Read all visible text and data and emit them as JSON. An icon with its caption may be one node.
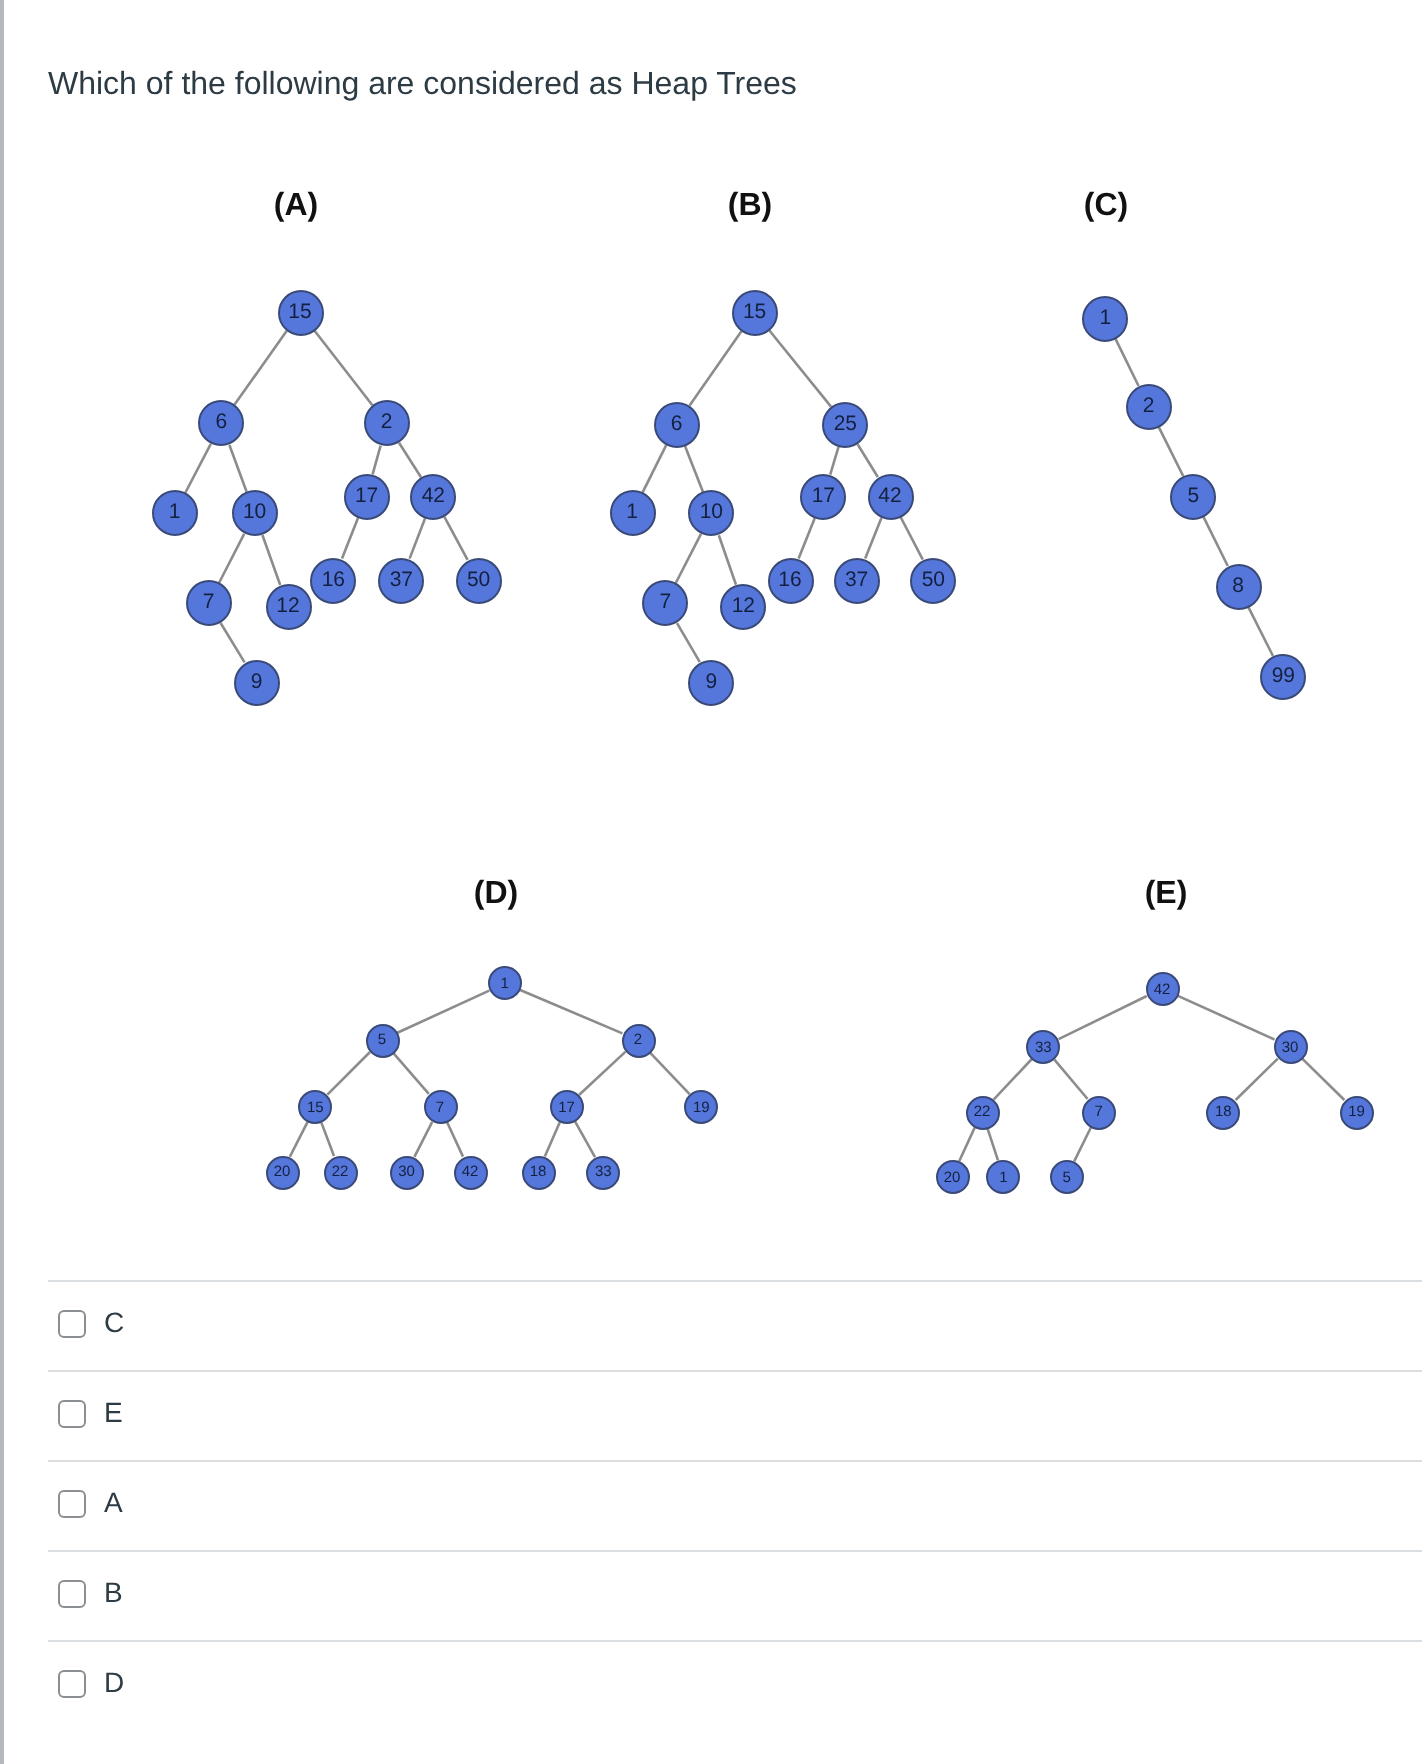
{
  "diagram": {
    "title": "Which of the following are considered as Heap Trees",
    "nodes": [
      {
        "text": [
          "15"
        ]
      },
      {
        "text": [
          "6"
        ]
      },
      {
        "text": [
          "2"
        ]
      },
      {
        "text": [
          "1"
        ]
      },
      {
        "text": [
          "10"
        ]
      },
      {
        "text": [
          "17"
        ]
      },
      {
        "text": [
          "42"
        ]
      },
      {
        "text": [
          "7"
        ]
      },
      {
        "text": [
          "12"
        ]
      },
      {
        "text": [
          "16"
        ]
      },
      {
        "text": [
          "37"
        ]
      },
      {
        "text": [
          "50"
        ]
      },
      {
        "text": [
          "9"
        ]
      },
      {
        "text": [
          "15"
        ]
      },
      {
        "text": [
          "6"
        ]
      },
      {
        "text": [
          "25"
        ]
      },
      {
        "text": [
          "1"
        ]
      },
      {
        "text": [
          "10"
        ]
      },
      {
        "text": [
          "17"
        ]
      },
      {
        "text": [
          "42"
        ]
      },
      {
        "text": [
          "7"
        ]
      },
      {
        "text": [
          "12"
        ]
      },
      {
        "text": [
          "16"
        ]
      },
      {
        "text": [
          "37"
        ]
      },
      {
        "text": [
          "50"
        ]
      },
      {
        "text": [
          "9"
        ]
      },
      {
        "text": [
          "1"
        ]
      },
      {
        "text": [
          "2"
        ]
      },
      {
        "text": [
          "5"
        ]
      },
      {
        "text": [
          "8"
        ]
      },
      {
        "text": [
          "99"
        ]
      },
      {
        "text": [
          "1"
        ]
      },
      {
        "text": [
          "5"
        ]
      },
      {
        "text": [
          "2"
        ]
      },
      {
        "text": [
          "15"
        ]
      },
      {
        "text": [
          "7"
        ]
      },
      {
        "text": [
          "17"
        ]
      },
      {
        "text": [
          "19"
        ]
      },
      {
        "text": [
          "20"
        ]
      },
      {
        "text": [
          "22"
        ]
      },
      {
        "text": [
          "30"
        ]
      },
      {
        "text": [
          "42"
        ]
      },
      {
        "text": [
          "18"
        ]
      },
      {
        "text": [
          "33"
        ]
      },
      {
        "text": [
          "42"
        ]
      },
      {
        "text": [
          "33"
        ]
      },
      {
        "text": [
          "30"
        ]
      },
      {
        "text": [
          "22"
        ]
      },
      {
        "text": [
          "7"
        ]
      },
      {
        "text": [
          "18"
        ]
      },
      {
        "text": [
          "19"
        ]
      },
      {
        "text": [
          "20"
        ]
      },
      {
        "text": [
          "1"
        ]
      },
      {
        "text": [
          "5"
        ]
      }
    ],
    "edges": [
      {
        "from": 0,
        "to": 1,
        "arrow": "none"
      },
      {
        "from": 0,
        "to": 2,
        "arrow": "none"
      },
      {
        "from": 1,
        "to": 3,
        "arrow": "none"
      },
      {
        "from": 1,
        "to": 4,
        "arrow": "none"
      },
      {
        "from": 2,
        "to": 5,
        "arrow": "none"
      },
      {
        "from": 2,
        "to": 6,
        "arrow": "none"
      },
      {
        "from": 4,
        "to": 7,
        "arrow": "none"
      },
      {
        "from": 4,
        "to": 8,
        "arrow": "none"
      },
      {
        "from": 5,
        "to": 9,
        "arrow": "none"
      },
      {
        "from": 6,
        "to": 10,
        "arrow": "none"
      },
      {
        "from": 6,
        "to": 11,
        "arrow": "none"
      },
      {
        "from": 7,
        "to": 12,
        "arrow": "none"
      },
      {
        "from": 13,
        "to": 14,
        "arrow": "none"
      },
      {
        "from": 13,
        "to": 15,
        "arrow": "none"
      },
      {
        "from": 14,
        "to": 16,
        "arrow": "none"
      },
      {
        "from": 14,
        "to": 17,
        "arrow": "none"
      },
      {
        "from": 15,
        "to": 18,
        "arrow": "none"
      },
      {
        "from": 15,
        "to": 19,
        "arrow": "none"
      },
      {
        "from": 17,
        "to": 20,
        "arrow": "none"
      },
      {
        "from": 17,
        "to": 21,
        "arrow": "none"
      },
      {
        "from": 18,
        "to": 22,
        "arrow": "none"
      },
      {
        "from": 19,
        "to": 23,
        "arrow": "none"
      },
      {
        "from": 19,
        "to": 24,
        "arrow": "none"
      },
      {
        "from": 20,
        "to": 25,
        "arrow": "none"
      },
      {
        "from": 26,
        "to": 27,
        "arrow": "none"
      },
      {
        "from": 27,
        "to": 28,
        "arrow": "none"
      },
      {
        "from": 28,
        "to": 29,
        "arrow": "none"
      },
      {
        "from": 29,
        "to": 30,
        "arrow": "none"
      },
      {
        "from": 31,
        "to": 32,
        "arrow": "none"
      },
      {
        "from": 31,
        "to": 33,
        "arrow": "none"
      },
      {
        "from": 32,
        "to": 34,
        "arrow": "none"
      },
      {
        "from": 32,
        "to": 35,
        "arrow": "none"
      },
      {
        "from": 33,
        "to": 36,
        "arrow": "none"
      },
      {
        "from": 33,
        "to": 37,
        "arrow": "none"
      },
      {
        "from": 34,
        "to": 38,
        "arrow": "none"
      },
      {
        "from": 34,
        "to": 39,
        "arrow": "none"
      },
      {
        "from": 35,
        "to": 40,
        "arrow": "none"
      },
      {
        "from": 35,
        "to": 41,
        "arrow": "none"
      },
      {
        "from": 36,
        "to": 42,
        "arrow": "none"
      },
      {
        "from": 36,
        "to": 43,
        "arrow": "none"
      },
      {
        "from": 44,
        "to": 45,
        "arrow": "none"
      },
      {
        "from": 44,
        "to": 46,
        "arrow": "none"
      },
      {
        "from": 45,
        "to": 47,
        "arrow": "none"
      },
      {
        "from": 45,
        "to": 48,
        "arrow": "none"
      },
      {
        "from": 46,
        "to": 49,
        "arrow": "none"
      },
      {
        "from": 46,
        "to": 50,
        "arrow": "none"
      },
      {
        "from": 47,
        "to": 51,
        "arrow": "none"
      },
      {
        "from": 47,
        "to": 52,
        "arrow": "none"
      },
      {
        "from": 48,
        "to": 53,
        "arrow": "none"
      }
    ],
    "labels": [
      "(A)",
      "(B)",
      "(C)",
      "(D)",
      "(E)",
      "C",
      "E",
      "A",
      "B",
      "D"
    ]
  }
}
